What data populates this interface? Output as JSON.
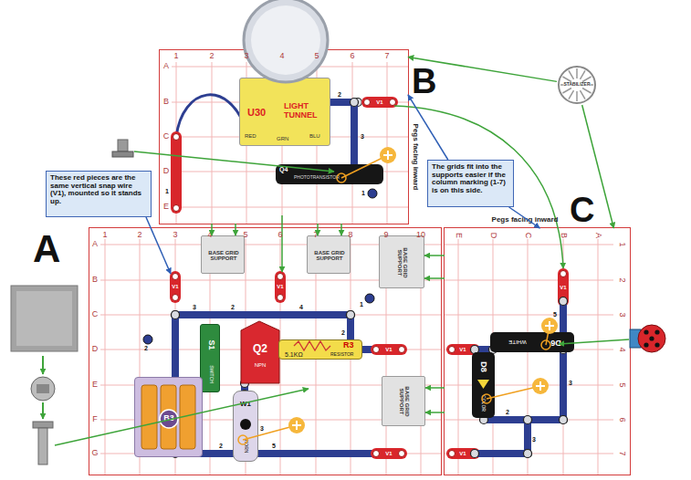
{
  "diagram": {
    "nodes": [
      {
        "text": [
          "B"
        ]
      },
      {
        "text": [
          "U30",
          "LIGHT TUNNEL",
          "RED",
          "GRN",
          "BLU"
        ],
        "in": 0
      },
      {
        "text": [
          "Q4",
          "PHOTOTRANSISTOR"
        ],
        "in": 0
      },
      {
        "text": [
          "A"
        ]
      },
      {
        "text": [
          "BASE GRID SUPPORT"
        ],
        "in": 3
      },
      {
        "text": [
          "BASE GRID SUPPORT"
        ],
        "in": 3
      },
      {
        "text": [
          "BASE GRID SUPPORT"
        ],
        "in": 3
      },
      {
        "text": [
          "BASE GRID SUPPORT"
        ],
        "in": 3
      },
      {
        "text": [
          "S1",
          "SWITCH"
        ],
        "in": 3
      },
      {
        "text": [
          "Q2",
          "NPN"
        ],
        "in": 3
      },
      {
        "text": [
          "R3",
          "5.1KΩ",
          "RESISTOR"
        ],
        "in": 3
      },
      {
        "text": [
          "B3"
        ],
        "in": 3
      },
      {
        "text": [
          "W1",
          "HORN"
        ],
        "in": 3
      },
      {
        "text": [
          "C"
        ]
      },
      {
        "text": [
          "D6",
          "WHITE"
        ],
        "in": 13
      },
      {
        "text": [
          "D8",
          "COLOR"
        ],
        "in": 13
      },
      {
        "text": [
          "These red pieces are the same vertical snap wire (V1), mounted so it stands up."
        ]
      },
      {
        "text": [
          "The grids fit into the supports easier if the column marking (1-7) is on this side."
        ]
      },
      {
        "text": [
          "STABILIZER"
        ]
      }
    ],
    "edges": [
      {
        "from": 17,
        "to": 0,
        "arrow": "to"
      },
      {
        "from": 17,
        "to": 13,
        "arrow": "to"
      },
      {
        "from": 18,
        "to": 0,
        "arrow": "to"
      },
      {
        "from": 18,
        "to": 13,
        "arrow": "to"
      },
      {
        "from": 0,
        "to": 4,
        "arrow": "to"
      },
      {
        "from": 0,
        "to": 4,
        "arrow": "to"
      },
      {
        "from": 0,
        "to": 5,
        "arrow": "to"
      },
      {
        "from": 0,
        "to": 5,
        "arrow": "to"
      },
      {
        "from": 13,
        "to": 6,
        "arrow": "to"
      },
      {
        "from": 13,
        "to": 6,
        "arrow": "to"
      },
      {
        "from": 13,
        "to": 7,
        "arrow": "to"
      },
      {
        "from": 13,
        "to": 7,
        "arrow": "to"
      }
    ],
    "labels": [
      "1",
      "2",
      "3",
      "4",
      "5",
      "6",
      "7",
      "A",
      "B",
      "C",
      "D",
      "E",
      "1",
      "2",
      "3",
      "4",
      "5",
      "6",
      "7",
      "8",
      "9",
      "10",
      "A",
      "B",
      "C",
      "D",
      "E",
      "F",
      "G",
      "E",
      "D",
      "C",
      "B",
      "A",
      "1",
      "2",
      "3",
      "4",
      "5",
      "6",
      "7",
      "Pegs facing inward",
      "Pegs facing inward",
      "V1",
      "2",
      "3",
      "1",
      "1",
      "V1",
      "3",
      "2",
      "4",
      "V1",
      "2",
      "V1",
      "2",
      "V1",
      "2",
      "5",
      "3",
      "V1",
      "V1",
      "V1",
      "5",
      "3",
      "2",
      "3",
      "1"
    ]
  }
}
